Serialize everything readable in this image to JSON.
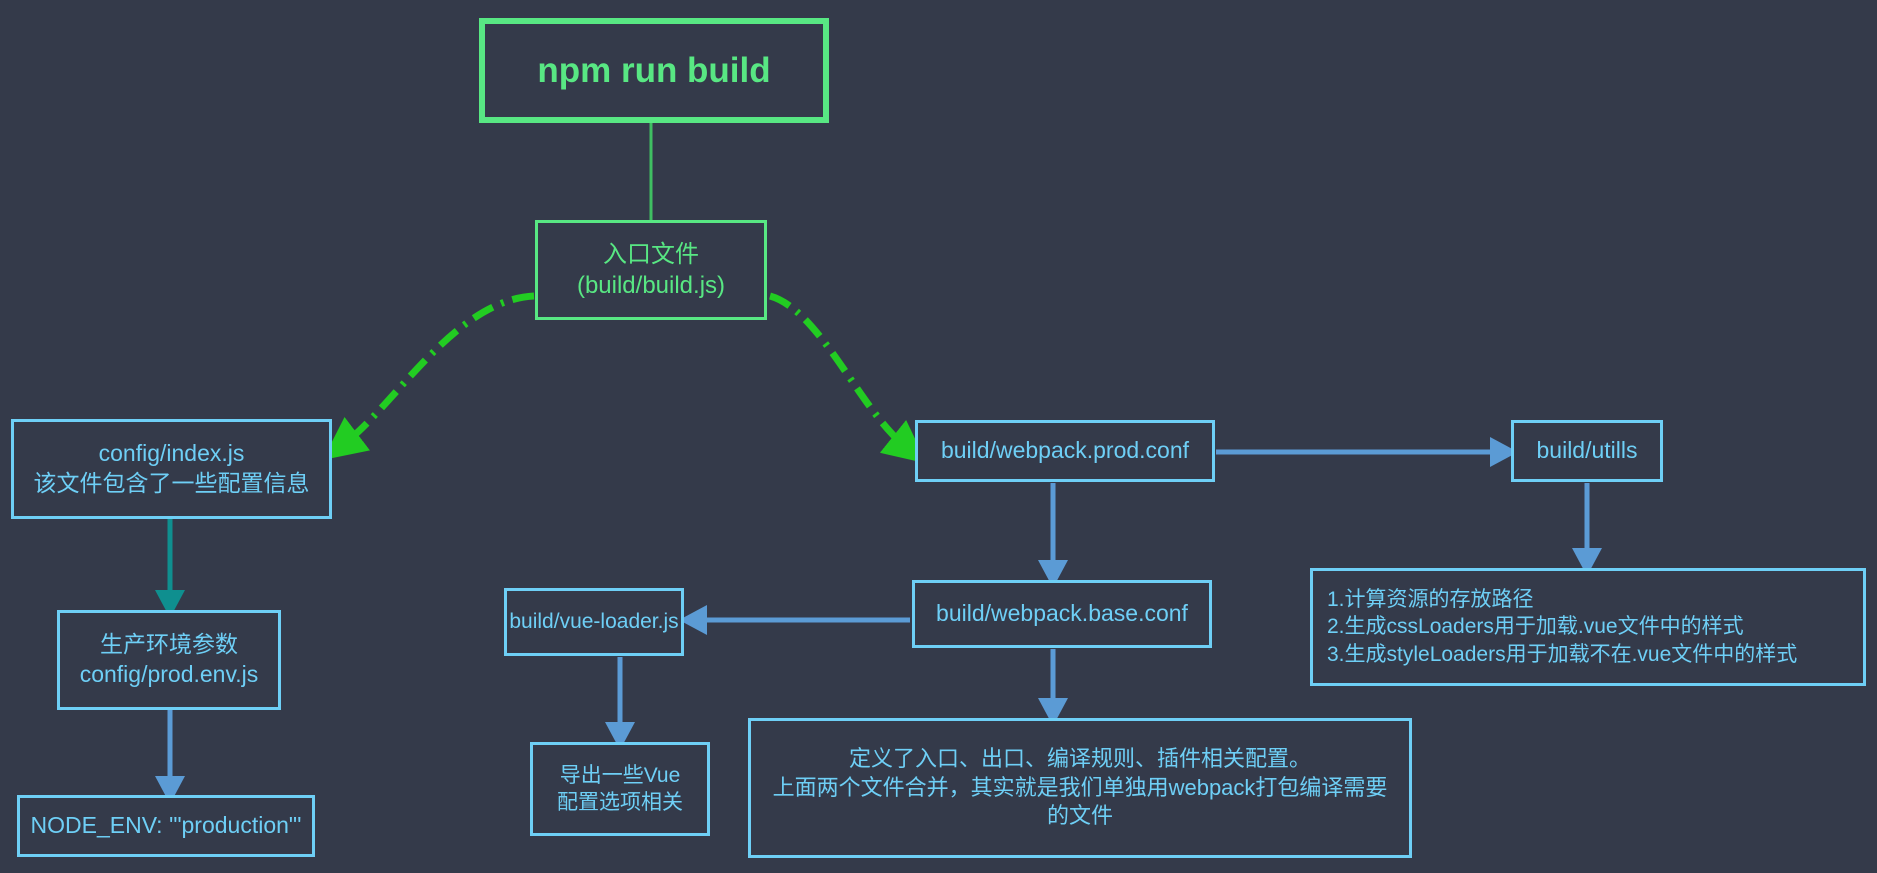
{
  "theme": {
    "background": "#343a4a",
    "green": "#58e783",
    "bright_green": "#22cc22",
    "blue": "#6ecff6",
    "arrow_blue": "#5b9bd5",
    "teal": "#0f8f8f"
  },
  "diagram": {
    "type": "flowchart",
    "title": "npm run build",
    "nodes": [
      {
        "id": "title",
        "label": "npm run build",
        "style": "green-thick"
      },
      {
        "id": "entry",
        "label": "入口文件\n(build/build.js)",
        "style": "green"
      },
      {
        "id": "config",
        "label": "config/index.js\n该文件包含了一些配置信息",
        "style": "blue"
      },
      {
        "id": "prodenv",
        "label": "生产环境参数\nconfig/prod.env.js",
        "style": "blue"
      },
      {
        "id": "nodeenv",
        "label": "NODE_ENV: '\"production\"'",
        "style": "blue"
      },
      {
        "id": "prodconf",
        "label": "build/webpack.prod.conf",
        "style": "blue"
      },
      {
        "id": "utills",
        "label": "build/utills",
        "style": "blue"
      },
      {
        "id": "utilstxt",
        "label": "1.计算资源的存放路径\n2.生成cssLoaders用于加载.vue文件中的样式\n3.生成styleLoaders用于加载不在.vue文件中的样式",
        "style": "blue-left"
      },
      {
        "id": "vueloader",
        "label": "build/vue-loader.js",
        "style": "blue"
      },
      {
        "id": "baseconf",
        "label": "build/webpack.base.conf",
        "style": "blue"
      },
      {
        "id": "vuetxt",
        "label": "导出一些Vue\n配置选项相关",
        "style": "blue"
      },
      {
        "id": "basetxt",
        "label": "定义了入口、出口、编译规则、插件相关配置。\n上面两个文件合并，其实就是我们单独用webpack打包编译需要的文件",
        "style": "blue"
      }
    ],
    "edges": [
      {
        "from": "title",
        "to": "entry",
        "style": "solid-green",
        "arrow": false
      },
      {
        "from": "entry",
        "to": "config",
        "style": "dashdot-green",
        "arrow": true
      },
      {
        "from": "entry",
        "to": "prodconf",
        "style": "dashdot-green",
        "arrow": true
      },
      {
        "from": "config",
        "to": "prodenv",
        "style": "solid-teal",
        "arrow": true
      },
      {
        "from": "prodenv",
        "to": "nodeenv",
        "style": "solid-blue",
        "arrow": true
      },
      {
        "from": "prodconf",
        "to": "utills",
        "style": "solid-blue",
        "arrow": true
      },
      {
        "from": "prodconf",
        "to": "baseconf",
        "style": "solid-blue",
        "arrow": true
      },
      {
        "from": "utills",
        "to": "utilstxt",
        "style": "solid-blue",
        "arrow": true
      },
      {
        "from": "baseconf",
        "to": "vueloader",
        "style": "solid-blue",
        "arrow": true
      },
      {
        "from": "baseconf",
        "to": "basetxt",
        "style": "solid-blue",
        "arrow": true
      },
      {
        "from": "vueloader",
        "to": "vuetxt",
        "style": "solid-blue",
        "arrow": true
      }
    ]
  }
}
